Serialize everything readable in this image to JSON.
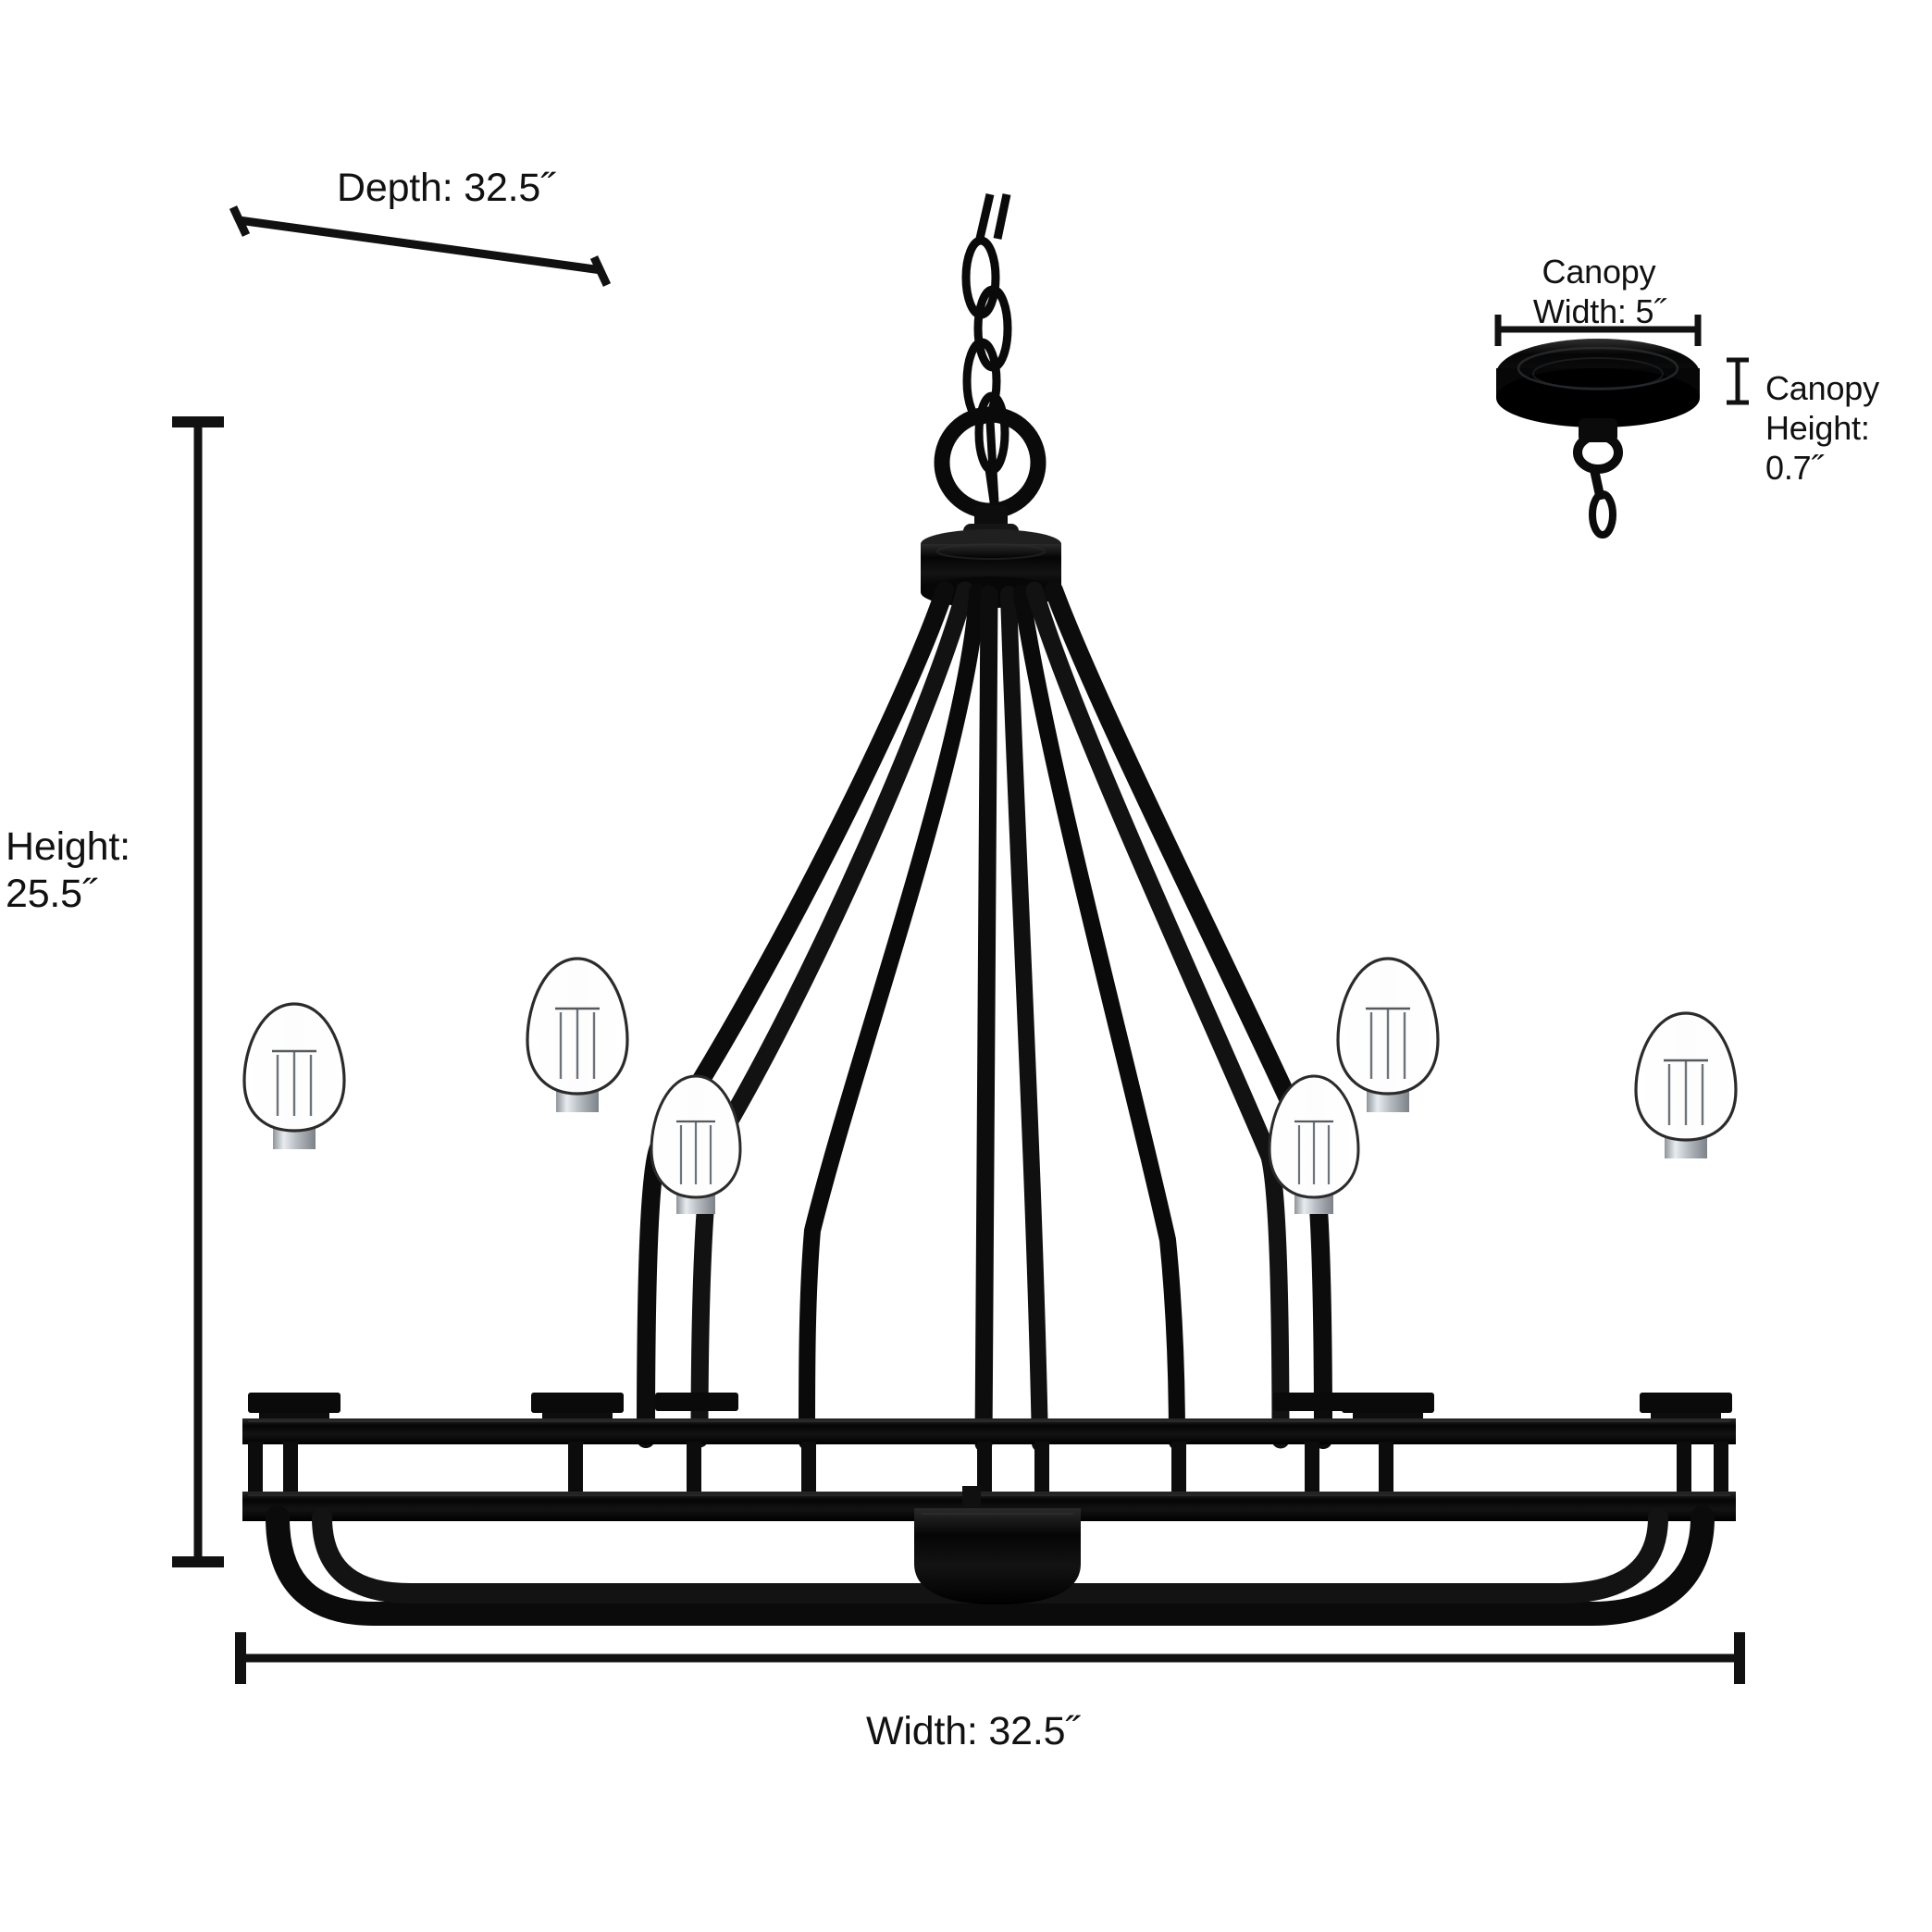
{
  "product": {
    "type": "chandelier",
    "finish_color": "#0a0a0a",
    "bulb_count": 6,
    "bulb_type": "candelabra",
    "glass_color": "#ffffff",
    "socket_color": "#c8ccd0"
  },
  "dimensions": {
    "depth": {
      "name": "depth",
      "label": "Depth: 32.5˝",
      "value": "32.5",
      "unit": "˝"
    },
    "height": {
      "name": "height",
      "label": "Height:\n25.5˝",
      "value": "25.5",
      "unit": "˝"
    },
    "width": {
      "name": "width",
      "label": "Width: 32.5˝",
      "value": "32.5",
      "unit": "˝"
    },
    "canopy_width": {
      "name": "canopy-width",
      "label": "Canopy\nWidth: 5˝",
      "value": "5",
      "unit": "˝"
    },
    "canopy_height": {
      "name": "canopy-height",
      "label": "Canopy\nHeight: 0.7˝",
      "value": "0.7",
      "unit": "˝"
    }
  },
  "style": {
    "line_color": "#111111",
    "background": "#ffffff",
    "text_color": "#111111"
  }
}
